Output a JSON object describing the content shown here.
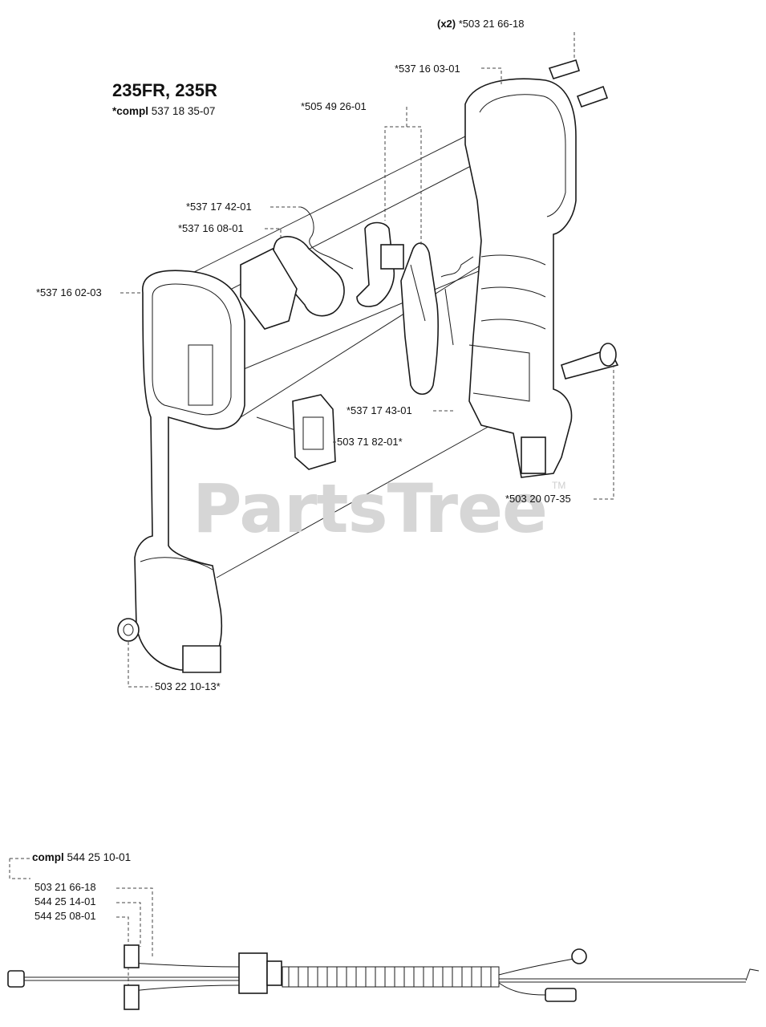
{
  "header": {
    "model": "235FR, 235R",
    "compl_prefix": "*compl",
    "compl_number": "537 18 35-07"
  },
  "watermark": {
    "text": "PartsTree",
    "tm": "TM"
  },
  "parts": [
    {
      "id": "p1",
      "qty": "(x2)",
      "number": "*503 21 66-18"
    },
    {
      "id": "p2",
      "number": "*537 16 03-01"
    },
    {
      "id": "p3",
      "number": "*505 49 26-01"
    },
    {
      "id": "p4",
      "number": "*537 17 42-01"
    },
    {
      "id": "p5",
      "number": "*537 16 08-01"
    },
    {
      "id": "p6",
      "number": "*537 16 02-03"
    },
    {
      "id": "p7",
      "number": "*537 17 43-01"
    },
    {
      "id": "p8",
      "number": "503 71 82-01*"
    },
    {
      "id": "p9",
      "number": "*503 20 07-35"
    },
    {
      "id": "p10",
      "number": "503 22 10-13*"
    }
  ],
  "cable_kit": {
    "compl_prefix": "compl",
    "compl_number": "544 25 10-01",
    "items": [
      "503 21 66-18",
      "544 25 14-01",
      "544 25 08-01"
    ]
  }
}
